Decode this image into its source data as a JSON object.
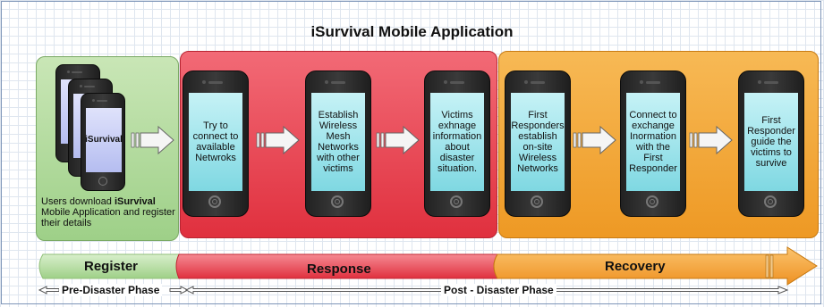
{
  "title": "iSurvival Mobile Application",
  "register": {
    "phone_label": "iSurvival",
    "caption_part1": "Users download ",
    "caption_app": "iSurvival",
    "caption_part2": " Mobile Application and register their details"
  },
  "steps": [
    "Try to connect to available Netwroks",
    "Establish Wireless Mesh Networks with other victims",
    "Victims exhnage information about disaster situation.",
    "First Responders establish on-site Wireless Networks",
    "Connect to exchange Inormation with the First Responder",
    "First Responder guide the victims to survive"
  ],
  "timeline": {
    "register": "Register",
    "response": "Response",
    "recovery": "Recovery"
  },
  "phases": {
    "pre": "Pre-Disaster Phase",
    "post": "Post - Disaster Phase"
  },
  "colors": {
    "register": "#9ed088",
    "response": "#e0303e",
    "recovery": "#ee9924",
    "screen": "#a6e6ee"
  }
}
